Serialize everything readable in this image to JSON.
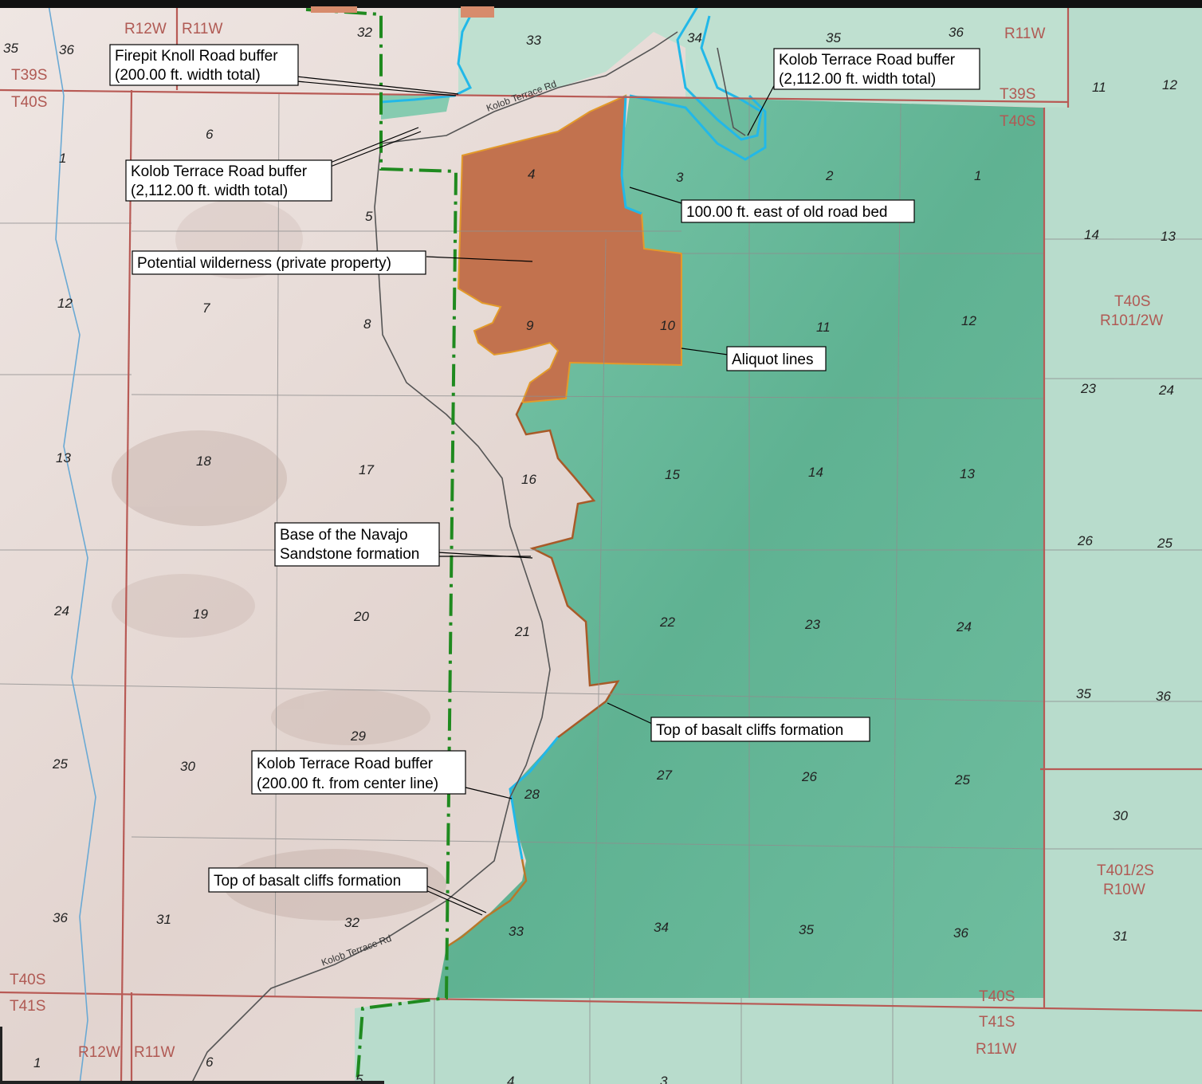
{
  "colors": {
    "terrain": "#e8dcd8",
    "wilderness_green": "#6cc0a2",
    "light_green": "#b9dccc",
    "private_brown": "#c2724e",
    "boundary_green": "#1f8a1f",
    "stream_blue": "#22b8e8",
    "township_line": "#b85a55",
    "section_line": "#8a8a8a",
    "road_gray": "#555555"
  },
  "township_labels": [
    {
      "id": "t39s-nw",
      "text": "T39S"
    },
    {
      "id": "t40s-nw",
      "text": "T40S"
    },
    {
      "id": "r12w-top",
      "text": "R12W"
    },
    {
      "id": "r11w-top",
      "text": "R11W"
    },
    {
      "id": "r11w-ne",
      "text": "R11W"
    },
    {
      "id": "t39s-ne",
      "text": "T39S"
    },
    {
      "id": "t40s-ne",
      "text": "T40S"
    },
    {
      "id": "t40s-e",
      "text": "T40S"
    },
    {
      "id": "r10-e",
      "text": "R101/2W"
    },
    {
      "id": "t40-se",
      "text": "T401/2S"
    },
    {
      "id": "r10w-se",
      "text": "R10W"
    },
    {
      "id": "t40s-sw",
      "text": "T40S"
    },
    {
      "id": "t41s-sw",
      "text": "T41S"
    },
    {
      "id": "r12w-bot",
      "text": "R12W"
    },
    {
      "id": "r11w-bot",
      "text": "R11W"
    },
    {
      "id": "t40s-s",
      "text": "T40S"
    },
    {
      "id": "t41s-s",
      "text": "T41S"
    },
    {
      "id": "r11w-s",
      "text": "R11W"
    }
  ],
  "section_numbers": [
    "35",
    "36",
    "32",
    "33",
    "34",
    "35",
    "36",
    "11",
    "12",
    "6",
    "1",
    "4",
    "3",
    "2",
    "1",
    "5",
    "14",
    "13",
    "12",
    "7",
    "8",
    "9",
    "10",
    "11",
    "12",
    "23",
    "24",
    "13",
    "18",
    "17",
    "16",
    "15",
    "14",
    "13",
    "26",
    "25",
    "24",
    "19",
    "20",
    "21",
    "22",
    "23",
    "24",
    "35",
    "36",
    "29",
    "25",
    "30",
    "27",
    "26",
    "25",
    "28",
    "30",
    "36",
    "31",
    "32",
    "33",
    "34",
    "35",
    "36",
    "31",
    "1",
    "6",
    "5",
    "4",
    "3"
  ],
  "road_labels": [
    {
      "id": "kolob-road-label-north",
      "text": "Kolob Terrace Rd"
    },
    {
      "id": "kolob-road-label-south",
      "text": "Kolob Terrace Rd"
    }
  ],
  "callouts": [
    {
      "id": "firepit-buffer",
      "lines": [
        "Firepit Knoll Road buffer",
        "(200.00 ft. width total)"
      ]
    },
    {
      "id": "kolob-buffer-ne",
      "lines": [
        "Kolob Terrace Road buffer",
        "(2,112.00 ft. width total)"
      ]
    },
    {
      "id": "kolob-buffer-w",
      "lines": [
        "Kolob Terrace Road buffer",
        "(2,112.00 ft. width total)"
      ]
    },
    {
      "id": "old-road-bed",
      "lines": [
        "100.00 ft. east of old road bed"
      ]
    },
    {
      "id": "potential-wilderness",
      "lines": [
        "Potential wilderness (private property)"
      ]
    },
    {
      "id": "aliquot-lines",
      "lines": [
        "Aliquot lines"
      ]
    },
    {
      "id": "navajo-sandstone",
      "lines": [
        "Base of the Navajo",
        "Sandstone formation"
      ]
    },
    {
      "id": "basalt-cliffs-e",
      "lines": [
        "Top of basalt cliffs formation"
      ]
    },
    {
      "id": "kolob-buffer-center",
      "lines": [
        "Kolob Terrace Road buffer",
        "(200.00 ft. from center line)"
      ]
    },
    {
      "id": "basalt-cliffs-w",
      "lines": [
        "Top of basalt cliffs formation"
      ]
    }
  ]
}
